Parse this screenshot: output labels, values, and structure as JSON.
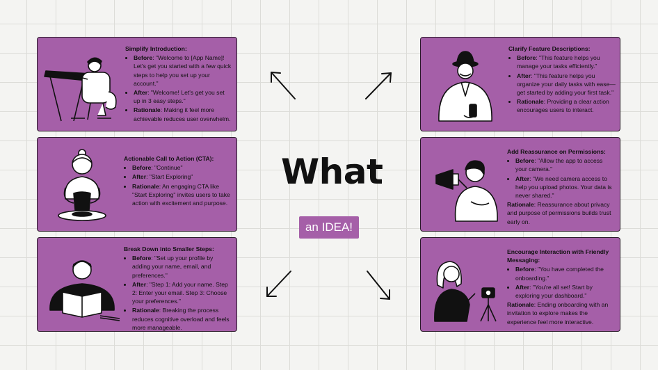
{
  "headline": "What",
  "tag": "an IDEA!",
  "cards": [
    {
      "title": "Simplify Introduction",
      "items": [
        {
          "label": "Before",
          "text": ": \"Welcome to [App Name]! Let's get you started with a few quick steps to help you set up your account.\""
        },
        {
          "label": "After",
          "text": ": \"Welcome! Let's get you set up in 3 easy steps.\""
        },
        {
          "label": "Rationale",
          "text": ": Making it feel more achievable reduces user overwhelm."
        }
      ],
      "icon": "designer-at-drafting-table-icon"
    },
    {
      "title": "Actionable Call to Action (CTA)",
      "items": [
        {
          "label": "Before",
          "text": ": \"Continue\""
        },
        {
          "label": "After",
          "text": ": \"Start Exploring\""
        },
        {
          "label": "Rationale",
          "text": ": An engaging CTA like \"Start Exploring\" invites users to take action with excitement and purpose."
        }
      ],
      "icon": "potter-at-wheel-icon"
    },
    {
      "title": "Break Down into Smaller Steps",
      "items": [
        {
          "label": "Before",
          "text": ": \"Set up your profile by adding your name, email, and preferences.\""
        },
        {
          "label": "After",
          "text": ": \"Step 1: Add your name. Step 2: Enter your email. Step 3: Choose your preferences.\""
        },
        {
          "label": "Rationale",
          "text": ": Breaking the process reduces cognitive overload and feels more manageable."
        }
      ],
      "icon": "person-reading-book-icon"
    },
    {
      "title": "Clarify Feature Descriptions",
      "items": [
        {
          "label": "Before",
          "text": ": \"This feature helps you manage your tasks efficiently.\""
        },
        {
          "label": "After",
          "text": ": \"This feature helps you organize your daily tasks with ease—get started by adding your first task.\""
        },
        {
          "label": "Rationale",
          "text": ": Providing a clear action encourages users to interact."
        }
      ],
      "icon": "person-with-hat-and-phone-icon"
    },
    {
      "title": "Add Reassurance on Permissions",
      "items": [
        {
          "label": "Before",
          "text": ": \"Allow the app to access your camera.\""
        },
        {
          "label": "After",
          "text": ": \"We need camera access to help you upload photos. Your data is never shared.\""
        }
      ],
      "rationale": {
        "label": "Rationale",
        "text": ": Reassurance about privacy and purpose of permissions builds trust early on."
      },
      "icon": "person-with-megaphone-icon"
    },
    {
      "title": "Encourage Interaction with Friendly Messaging",
      "items": [
        {
          "label": "Before",
          "text": ": \"You have completed the onboarding.\""
        },
        {
          "label": "After",
          "text": ": \"You're all set! Start by exploring your dashboard.\""
        }
      ],
      "rationale": {
        "label": "Rationale",
        "text": ": Ending onboarding with an invitation to explore makes the experience feel more interactive."
      },
      "icon": "woman-with-camera-icon"
    }
  ]
}
